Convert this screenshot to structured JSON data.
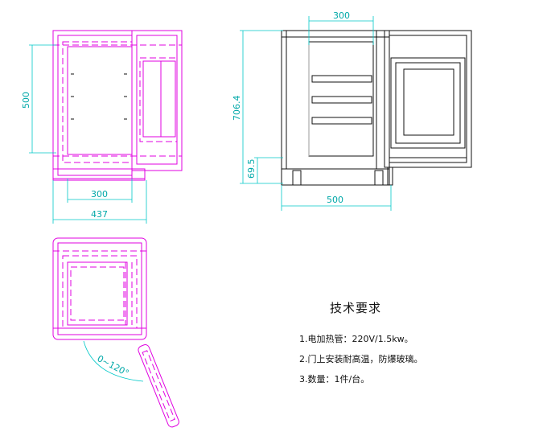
{
  "dimensions": {
    "left_height": "500",
    "left_inner_width": "300",
    "left_outer_width": "437",
    "front_top_width": "300",
    "front_height": "706.4",
    "front_base_height": "69.5",
    "front_width": "500",
    "door_angle": "0~120°"
  },
  "notes": {
    "title": "技术要求",
    "line1": "1.电加热管：220V/1.5kw。",
    "line2": "2.门上安装耐高温，防爆玻璃。",
    "line3": "3.数量：1件/台。"
  },
  "colors": {
    "outline_magenta": "#e000e0",
    "dimension_cyan": "#00c8c8",
    "line_black": "#111111"
  }
}
